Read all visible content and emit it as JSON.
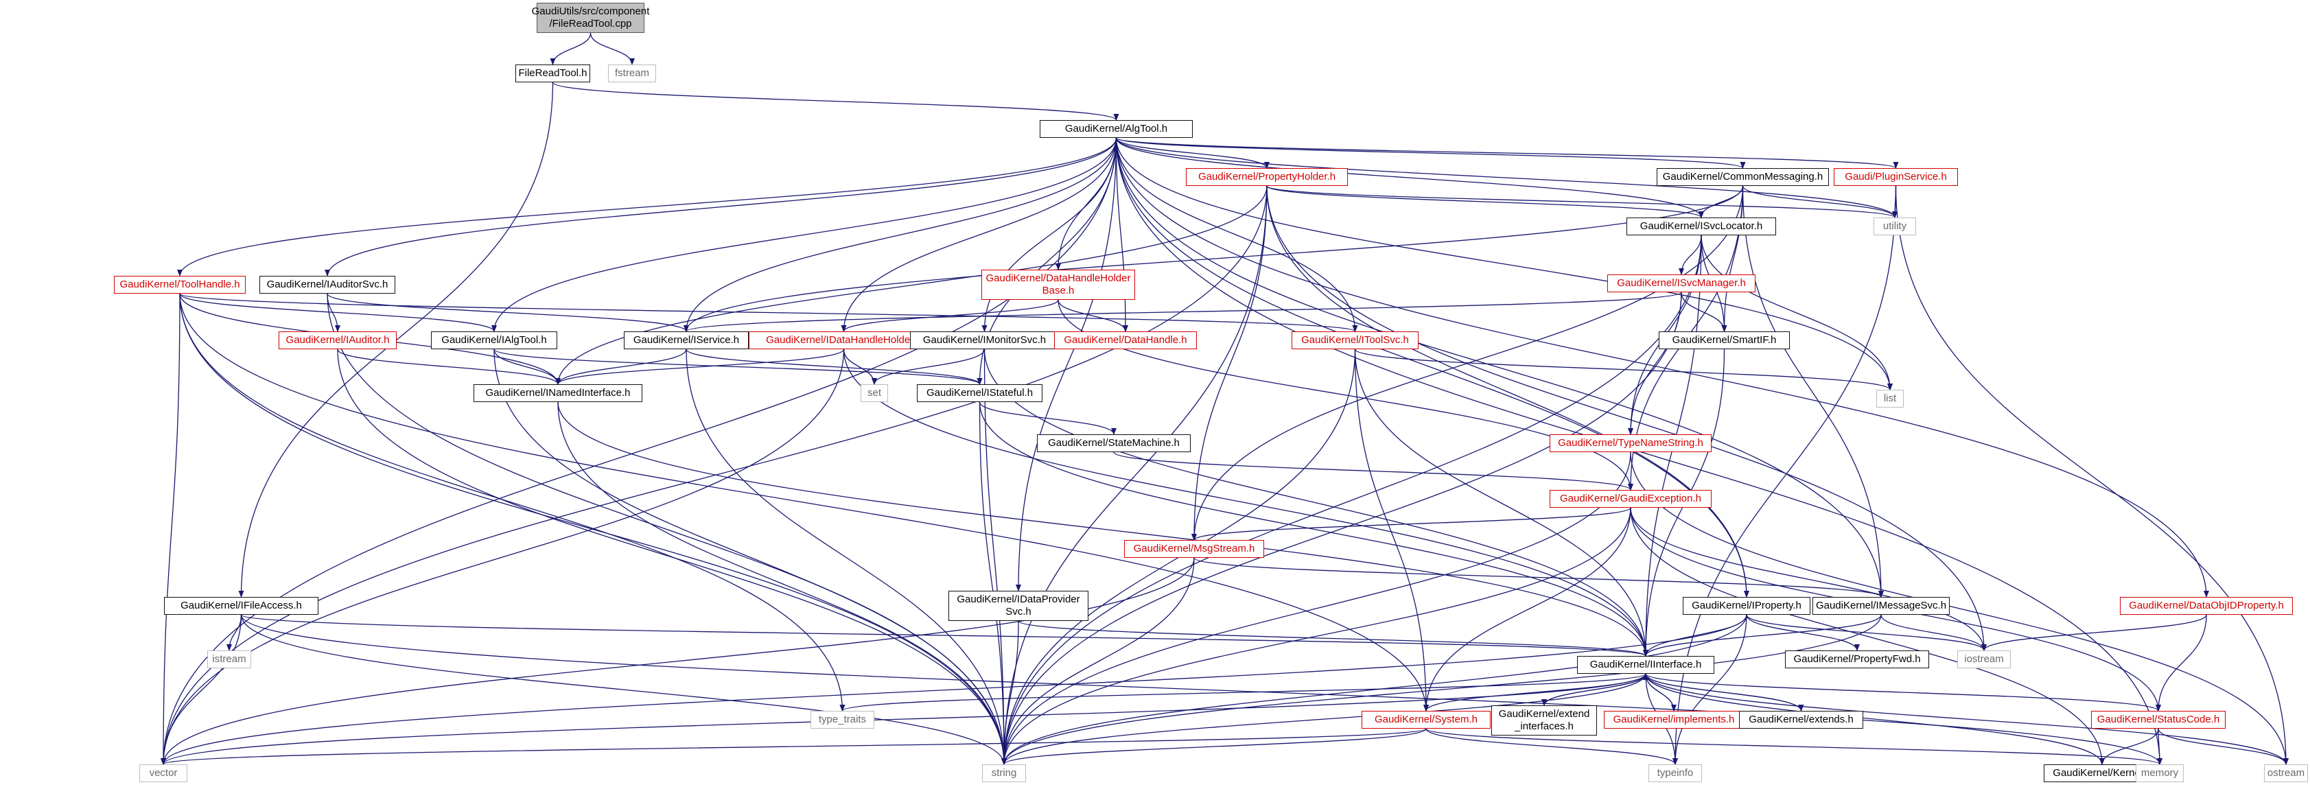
{
  "graph": {
    "colors": {
      "edge": "#191970",
      "normal": "#000000",
      "red": "#d40000",
      "grey": "#a0a0a0",
      "root_fill": "#bfbfbf"
    },
    "nodes": [
      {
        "id": "root",
        "label": "GaudiUtils/src/component\n/FileReadTool.cpp",
        "style": "root"
      },
      {
        "id": "filereadtool_h",
        "label": "FileReadTool.h",
        "style": "normal"
      },
      {
        "id": "fstream",
        "label": "fstream",
        "style": "grey"
      },
      {
        "id": "algtool_h",
        "label": "GaudiKernel/AlgTool.h",
        "style": "normal"
      },
      {
        "id": "ifileaccess_h",
        "label": "GaudiKernel/IFileAccess.h",
        "style": "normal"
      },
      {
        "id": "toolhandle_h",
        "label": "GaudiKernel/ToolHandle.h",
        "style": "red"
      },
      {
        "id": "iauditorsvc_h",
        "label": "GaudiKernel/IAuditorSvc.h",
        "style": "normal"
      },
      {
        "id": "propertyholder_h",
        "label": "GaudiKernel/PropertyHolder.h",
        "style": "red"
      },
      {
        "id": "commonmessaging_h",
        "label": "GaudiKernel/CommonMessaging.h",
        "style": "normal"
      },
      {
        "id": "pluginservice_h",
        "label": "Gaudi/PluginService.h",
        "style": "red"
      },
      {
        "id": "utility",
        "label": "utility",
        "style": "grey"
      },
      {
        "id": "isvclocator_h",
        "label": "GaudiKernel/ISvcLocator.h",
        "style": "normal"
      },
      {
        "id": "datahandleholderbase_h",
        "label": "GaudiKernel/DataHandleHolder\nBase.h",
        "style": "red"
      },
      {
        "id": "isvcmanager_h",
        "label": "GaudiKernel/ISvcManager.h",
        "style": "red"
      },
      {
        "id": "iauditor_h",
        "label": "GaudiKernel/IAuditor.h",
        "style": "red"
      },
      {
        "id": "ialgtool_h",
        "label": "GaudiKernel/IAlgTool.h",
        "style": "normal"
      },
      {
        "id": "iservice_h",
        "label": "GaudiKernel/IService.h",
        "style": "normal"
      },
      {
        "id": "idatahandleholder_h",
        "label": "GaudiKernel/IDataHandleHolder.h",
        "style": "red"
      },
      {
        "id": "imonitorsvc_h",
        "label": "GaudiKernel/IMonitorSvc.h",
        "style": "normal"
      },
      {
        "id": "datahandle_h",
        "label": "GaudiKernel/DataHandle.h",
        "style": "red"
      },
      {
        "id": "itoolsvc_h",
        "label": "GaudiKernel/IToolSvc.h",
        "style": "red"
      },
      {
        "id": "smartif_h",
        "label": "GaudiKernel/SmartIF.h",
        "style": "normal"
      },
      {
        "id": "list",
        "label": "list",
        "style": "grey"
      },
      {
        "id": "set",
        "label": "set",
        "style": "grey"
      },
      {
        "id": "inamedinterface_h",
        "label": "GaudiKernel/INamedInterface.h",
        "style": "normal"
      },
      {
        "id": "istateful_h",
        "label": "GaudiKernel/IStateful.h",
        "style": "normal"
      },
      {
        "id": "statemachine_h",
        "label": "GaudiKernel/StateMachine.h",
        "style": "normal"
      },
      {
        "id": "typenamestring_h",
        "label": "GaudiKernel/TypeNameString.h",
        "style": "red"
      },
      {
        "id": "gaudiexception_h",
        "label": "GaudiKernel/GaudiException.h",
        "style": "red"
      },
      {
        "id": "msgstream_h",
        "label": "GaudiKernel/MsgStream.h",
        "style": "red"
      },
      {
        "id": "idataprovidersvc_h",
        "label": "GaudiKernel/IDataProvider\nSvc.h",
        "style": "normal"
      },
      {
        "id": "iproperty_h",
        "label": "GaudiKernel/IProperty.h",
        "style": "normal"
      },
      {
        "id": "imessagesvc_h",
        "label": "GaudiKernel/IMessageSvc.h",
        "style": "normal"
      },
      {
        "id": "dataobjidproperty_h",
        "label": "GaudiKernel/DataObjIDProperty.h",
        "style": "red"
      },
      {
        "id": "istream",
        "label": "istream",
        "style": "grey"
      },
      {
        "id": "iinterface_h",
        "label": "GaudiKernel/IInterface.h",
        "style": "normal"
      },
      {
        "id": "propertyfwd_h",
        "label": "GaudiKernel/PropertyFwd.h",
        "style": "normal"
      },
      {
        "id": "iostream",
        "label": "iostream",
        "style": "grey"
      },
      {
        "id": "type_traits",
        "label": "type_traits",
        "style": "grey"
      },
      {
        "id": "system_h",
        "label": "GaudiKernel/System.h",
        "style": "red"
      },
      {
        "id": "extend_interfaces_h",
        "label": "GaudiKernel/extend\n_interfaces.h",
        "style": "normal"
      },
      {
        "id": "implements_h",
        "label": "GaudiKernel/implements.h",
        "style": "red"
      },
      {
        "id": "extends_h",
        "label": "GaudiKernel/extends.h",
        "style": "normal"
      },
      {
        "id": "statuscode_h",
        "label": "GaudiKernel/StatusCode.h",
        "style": "red"
      },
      {
        "id": "vector",
        "label": "vector",
        "style": "grey"
      },
      {
        "id": "string",
        "label": "string",
        "style": "grey"
      },
      {
        "id": "typeinfo",
        "label": "typeinfo",
        "style": "grey"
      },
      {
        "id": "kernel_h",
        "label": "GaudiKernel/Kernel.h",
        "style": "normal"
      },
      {
        "id": "memory",
        "label": "memory",
        "style": "grey"
      },
      {
        "id": "ostream",
        "label": "ostream",
        "style": "grey"
      }
    ],
    "edges": [
      [
        "root",
        "filereadtool_h"
      ],
      [
        "root",
        "fstream"
      ],
      [
        "filereadtool_h",
        "algtool_h"
      ],
      [
        "filereadtool_h",
        "ifileaccess_h"
      ],
      [
        "algtool_h",
        "vector"
      ],
      [
        "algtool_h",
        "toolhandle_h"
      ],
      [
        "algtool_h",
        "iauditorsvc_h"
      ],
      [
        "algtool_h",
        "propertyholder_h"
      ],
      [
        "algtool_h",
        "commonmessaging_h"
      ],
      [
        "algtool_h",
        "pluginservice_h"
      ],
      [
        "algtool_h",
        "utility"
      ],
      [
        "algtool_h",
        "datahandleholderbase_h"
      ],
      [
        "algtool_h",
        "datahandle_h"
      ],
      [
        "algtool_h",
        "itoolsvc_h"
      ],
      [
        "algtool_h",
        "imonitorsvc_h"
      ],
      [
        "algtool_h",
        "idatahandleholder_h"
      ],
      [
        "algtool_h",
        "istateful_h"
      ],
      [
        "algtool_h",
        "iservice_h"
      ],
      [
        "algtool_h",
        "ialgtool_h"
      ],
      [
        "algtool_h",
        "idataprovidersvc_h"
      ],
      [
        "algtool_h",
        "iproperty_h"
      ],
      [
        "algtool_h",
        "imessagesvc_h"
      ],
      [
        "algtool_h",
        "dataobjidproperty_h"
      ],
      [
        "algtool_h",
        "list"
      ],
      [
        "algtool_h",
        "isvclocator_h"
      ],
      [
        "algtool_h",
        "memory"
      ],
      [
        "ifileaccess_h",
        "vector"
      ],
      [
        "ifileaccess_h",
        "istream"
      ],
      [
        "ifileaccess_h",
        "string"
      ],
      [
        "ifileaccess_h",
        "iinterface_h"
      ],
      [
        "ifileaccess_h",
        "memory"
      ],
      [
        "toolhandle_h",
        "vector"
      ],
      [
        "toolhandle_h",
        "string"
      ],
      [
        "toolhandle_h",
        "ialgtool_h"
      ],
      [
        "toolhandle_h",
        "inamedinterface_h"
      ],
      [
        "toolhandle_h",
        "type_traits"
      ],
      [
        "toolhandle_h",
        "itoolsvc_h"
      ],
      [
        "toolhandle_h",
        "system_h"
      ],
      [
        "iauditorsvc_h",
        "iauditor_h"
      ],
      [
        "iauditorsvc_h",
        "iservice_h"
      ],
      [
        "iauditorsvc_h",
        "string"
      ],
      [
        "iauditor_h",
        "inamedinterface_h"
      ],
      [
        "iauditor_h",
        "string"
      ],
      [
        "propertyholder_h",
        "vector"
      ],
      [
        "propertyholder_h",
        "string"
      ],
      [
        "propertyholder_h",
        "msgstream_h"
      ],
      [
        "propertyholder_h",
        "inamedinterface_h"
      ],
      [
        "propertyholder_h",
        "iproperty_h"
      ],
      [
        "propertyholder_h",
        "iostream"
      ],
      [
        "propertyholder_h",
        "utility"
      ],
      [
        "propertyholder_h",
        "isvclocator_h"
      ],
      [
        "commonmessaging_h",
        "isvclocator_h"
      ],
      [
        "commonmessaging_h",
        "smartif_h"
      ],
      [
        "commonmessaging_h",
        "imessagesvc_h"
      ],
      [
        "commonmessaging_h",
        "msgstream_h"
      ],
      [
        "commonmessaging_h",
        "gaudiexception_h"
      ],
      [
        "commonmessaging_h",
        "utility"
      ],
      [
        "commonmessaging_h",
        "iservice_h"
      ],
      [
        "pluginservice_h",
        "utility"
      ],
      [
        "pluginservice_h",
        "typeinfo"
      ],
      [
        "pluginservice_h",
        "ostream"
      ],
      [
        "isvclocator_h",
        "smartif_h"
      ],
      [
        "isvclocator_h",
        "isvcmanager_h"
      ],
      [
        "isvclocator_h",
        "list"
      ],
      [
        "isvclocator_h",
        "string"
      ],
      [
        "isvclocator_h",
        "iinterface_h"
      ],
      [
        "isvclocator_h",
        "typenamestring_h"
      ],
      [
        "isvcmanager_h",
        "smartif_h"
      ],
      [
        "isvcmanager_h",
        "iservice_h"
      ],
      [
        "isvcmanager_h",
        "typenamestring_h"
      ],
      [
        "isvcmanager_h",
        "string"
      ],
      [
        "datahandleholderbase_h",
        "idatahandleholder_h"
      ],
      [
        "datahandleholderbase_h",
        "datahandle_h"
      ],
      [
        "datahandleholderbase_h",
        "gaudiexception_h"
      ],
      [
        "ialgtool_h",
        "inamedinterface_h"
      ],
      [
        "ialgtool_h",
        "istateful_h"
      ],
      [
        "ialgtool_h",
        "string"
      ],
      [
        "iservice_h",
        "inamedinterface_h"
      ],
      [
        "iservice_h",
        "istateful_h"
      ],
      [
        "iservice_h",
        "string"
      ],
      [
        "idatahandleholder_h",
        "inamedinterface_h"
      ],
      [
        "idatahandleholder_h",
        "set"
      ],
      [
        "idatahandleholder_h",
        "vector"
      ],
      [
        "idatahandleholder_h",
        "iinterface_h"
      ],
      [
        "imonitorsvc_h",
        "set"
      ],
      [
        "imonitorsvc_h",
        "string"
      ],
      [
        "imonitorsvc_h",
        "iinterface_h"
      ],
      [
        "itoolsvc_h",
        "list"
      ],
      [
        "itoolsvc_h",
        "string"
      ],
      [
        "itoolsvc_h",
        "iinterface_h"
      ],
      [
        "itoolsvc_h",
        "system_h"
      ],
      [
        "smartif_h",
        "iinterface_h"
      ],
      [
        "inamedinterface_h",
        "iinterface_h"
      ],
      [
        "inamedinterface_h",
        "string"
      ],
      [
        "istateful_h",
        "statemachine_h"
      ],
      [
        "istateful_h",
        "iinterface_h"
      ],
      [
        "istateful_h",
        "string"
      ],
      [
        "statemachine_h",
        "gaudiexception_h"
      ],
      [
        "typenamestring_h",
        "string"
      ],
      [
        "typenamestring_h",
        "ostream"
      ],
      [
        "gaudiexception_h",
        "msgstream_h"
      ],
      [
        "gaudiexception_h",
        "statuscode_h"
      ],
      [
        "gaudiexception_h",
        "system_h"
      ],
      [
        "gaudiexception_h",
        "string"
      ],
      [
        "gaudiexception_h",
        "iostream"
      ],
      [
        "gaudiexception_h",
        "kernel_h"
      ],
      [
        "msgstream_h",
        "vector"
      ],
      [
        "msgstream_h",
        "string"
      ],
      [
        "msgstream_h",
        "imessagesvc_h"
      ],
      [
        "idataprovidersvc_h",
        "string"
      ],
      [
        "idataprovidersvc_h",
        "iinterface_h"
      ],
      [
        "iproperty_h",
        "propertyfwd_h"
      ],
      [
        "iproperty_h",
        "iinterface_h"
      ],
      [
        "iproperty_h",
        "iostream"
      ],
      [
        "iproperty_h",
        "string"
      ],
      [
        "iproperty_h",
        "vector"
      ],
      [
        "iproperty_h",
        "typeinfo"
      ],
      [
        "imessagesvc_h",
        "iinterface_h"
      ],
      [
        "imessagesvc_h",
        "iostream"
      ],
      [
        "imessagesvc_h",
        "string"
      ],
      [
        "dataobjidproperty_h",
        "iostream"
      ],
      [
        "dataobjidproperty_h",
        "statuscode_h"
      ],
      [
        "iinterface_h",
        "system_h"
      ],
      [
        "iinterface_h",
        "type_traits"
      ],
      [
        "iinterface_h",
        "extend_interfaces_h"
      ],
      [
        "iinterface_h",
        "implements_h"
      ],
      [
        "iinterface_h",
        "extends_h"
      ],
      [
        "iinterface_h",
        "statuscode_h"
      ],
      [
        "iinterface_h",
        "kernel_h"
      ],
      [
        "iinterface_h",
        "typeinfo"
      ],
      [
        "iinterface_h",
        "ostream"
      ],
      [
        "iinterface_h",
        "vector"
      ],
      [
        "iinterface_h",
        "string"
      ],
      [
        "extend_interfaces_h",
        "iinterface_h"
      ],
      [
        "implements_h",
        "iinterface_h"
      ],
      [
        "extends_h",
        "iinterface_h"
      ],
      [
        "system_h",
        "vector"
      ],
      [
        "system_h",
        "string"
      ],
      [
        "system_h",
        "typeinfo"
      ],
      [
        "system_h",
        "memory"
      ],
      [
        "statuscode_h",
        "kernel_h"
      ],
      [
        "statuscode_h",
        "memory"
      ],
      [
        "statuscode_h",
        "ostream"
      ]
    ]
  }
}
